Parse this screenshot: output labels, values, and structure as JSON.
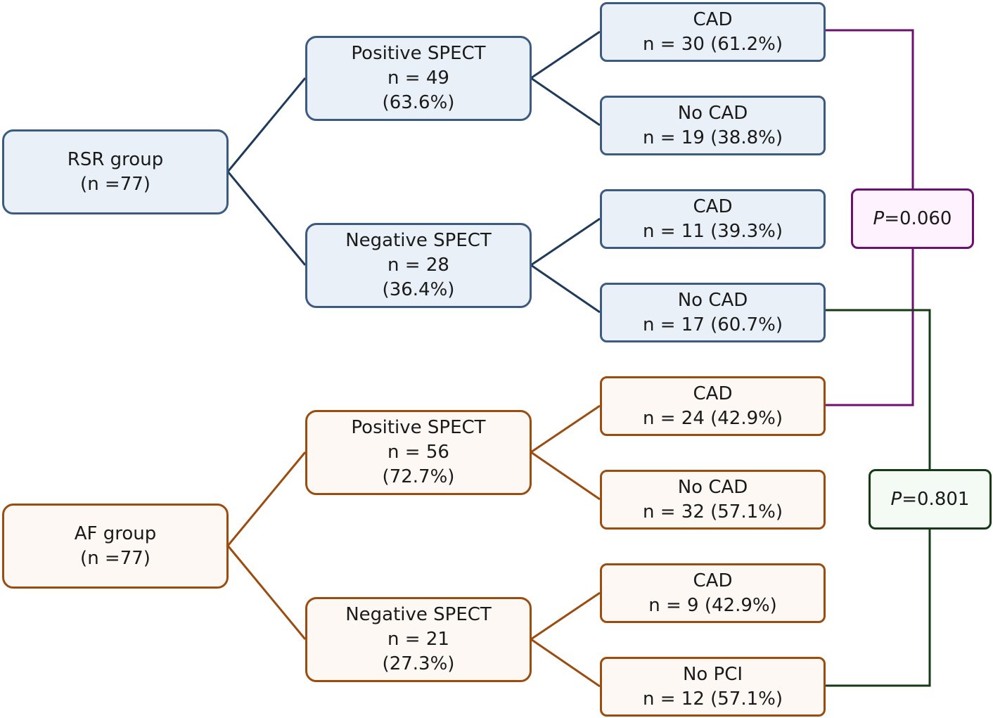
{
  "diagram": {
    "rsr": {
      "root": {
        "title": "RSR group",
        "n": "(n =77)"
      },
      "positive": {
        "title": "Positive SPECT",
        "n": "n = 49",
        "pct": "(63.6%)"
      },
      "negative": {
        "title": "Negative SPECT",
        "n": "n = 28",
        "pct": "(36.4%)"
      },
      "pos_cad": {
        "title": "CAD",
        "n": "n = 30 (61.2%)"
      },
      "pos_nocad": {
        "title": "No CAD",
        "n": "n = 19 (38.8%)"
      },
      "neg_cad": {
        "title": "CAD",
        "n": "n = 11 (39.3%)"
      },
      "neg_nocad": {
        "title": "No CAD",
        "n": "n = 17 (60.7%)"
      }
    },
    "af": {
      "root": {
        "title": "AF group",
        "n": "(n =77)"
      },
      "positive": {
        "title": "Positive SPECT",
        "n": "n = 56",
        "pct": "(72.7%)"
      },
      "negative": {
        "title": "Negative SPECT",
        "n": "n = 21",
        "pct": "(27.3%)"
      },
      "pos_cad": {
        "title": "CAD",
        "n": "n = 24 (42.9%)"
      },
      "pos_nocad": {
        "title": "No CAD",
        "n": "n = 32 (57.1%)"
      },
      "neg_cad": {
        "title": "CAD",
        "n": "n = 9 (42.9%)"
      },
      "neg_nopci": {
        "title": "No PCI",
        "n": "n = 12 (57.1%)"
      }
    },
    "comparisons": {
      "cad_positive": {
        "label": "P",
        "value": " =0.060"
      },
      "nocad_negative": {
        "label": "P",
        "value": " =0.801"
      }
    },
    "colors": {
      "rsr_border": "#3d5a80",
      "rsr_fill": "#e9f0f8",
      "rsr_line": "#1f3a5a",
      "af_border": "#9b4d10",
      "af_fill": "#fdf8f3",
      "af_line": "#9b4d10",
      "p1_line": "#6b1070",
      "p2_line": "#153a15"
    }
  }
}
